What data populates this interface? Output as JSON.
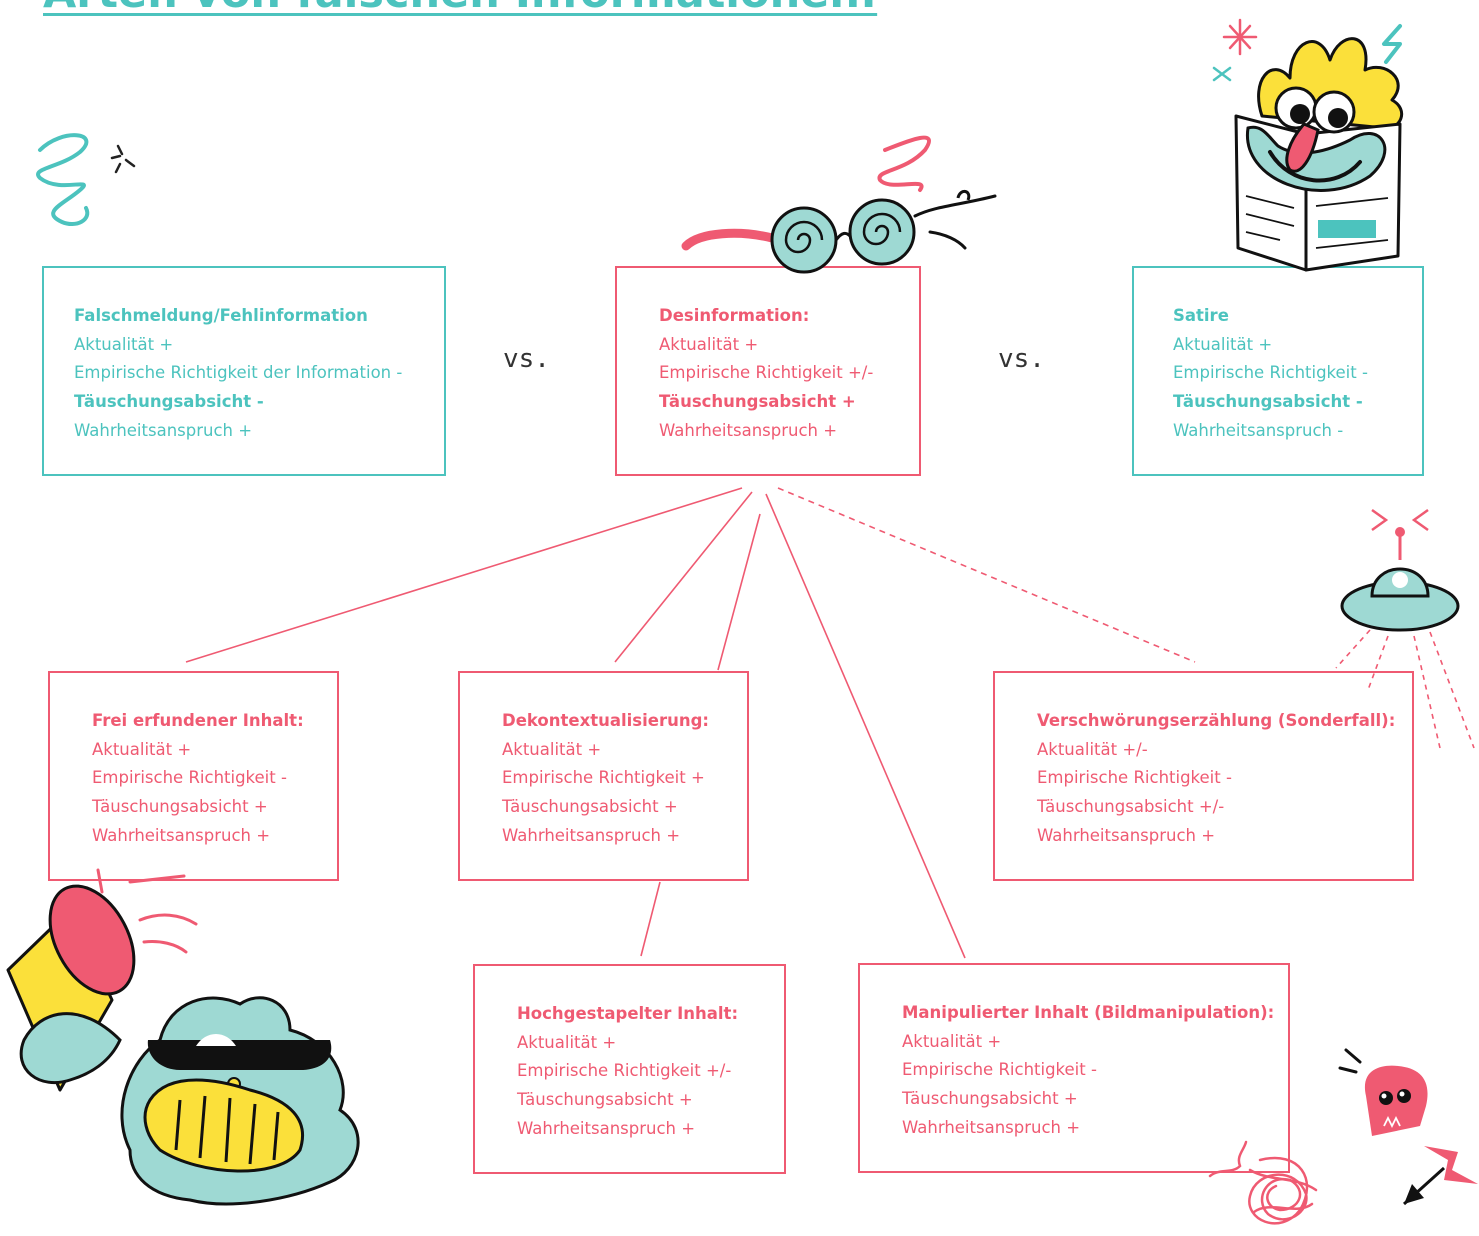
{
  "title": "Arten von falschen Informationen:",
  "vs_label": "vs.",
  "colors": {
    "teal": "#4cc3be",
    "pink": "#ef5a72",
    "yellow": "#fbe03a",
    "mint": "#9ed9d3",
    "ink": "#111111"
  },
  "top_row": [
    {
      "title": "Falschmeldung/Fehlinformation",
      "lines": [
        "Aktualität +",
        "Empirische Richtigkeit der Information -",
        "Täuschungsabsicht -",
        "Wahrheitsanspruch +"
      ]
    },
    {
      "title": "Desinformation:",
      "lines": [
        "Aktualität +",
        "Empirische Richtigkeit +/-",
        "Täuschungsabsicht +",
        "Wahrheitsanspruch +"
      ]
    },
    {
      "title": "Satire",
      "lines": [
        "Aktualität +",
        "Empirische Richtigkeit -",
        "Täuschungsabsicht -",
        "Wahrheitsanspruch -"
      ]
    }
  ],
  "subtypes": [
    {
      "title": "Frei erfundener Inhalt:",
      "lines": [
        "Aktualität +",
        "Empirische Richtigkeit -",
        "Täuschungsabsicht +",
        "Wahrheitsanspruch +"
      ]
    },
    {
      "title": "Dekontextualisierung:",
      "lines": [
        "Aktualität +",
        "Empirische Richtigkeit +",
        "Täuschungsabsicht +",
        "Wahrheitsanspruch +"
      ]
    },
    {
      "title": "Verschwörungserzählung (Sonderfall):",
      "lines": [
        "Aktualität +/-",
        "Empirische Richtigkeit -",
        "Täuschungsabsicht +/-",
        "Wahrheitsanspruch +"
      ]
    },
    {
      "title": "Hochgestapelter Inhalt:",
      "lines": [
        "Aktualität +",
        "Empirische Richtigkeit  +/-",
        "Täuschungsabsicht +",
        "Wahrheitsanspruch +"
      ]
    },
    {
      "title": "Manipulierter Inhalt (Bildmanipulation):",
      "lines": [
        "Aktualität +",
        "Empirische Richtigkeit -",
        "Täuschungsabsicht +",
        "Wahrheitsanspruch +"
      ]
    }
  ],
  "illustrations": [
    "scribble-decoration",
    "spiral-glasses",
    "newspaper-character",
    "ufo",
    "megaphone-character",
    "skull-icon",
    "tangle-scribble",
    "lightning-icon"
  ]
}
